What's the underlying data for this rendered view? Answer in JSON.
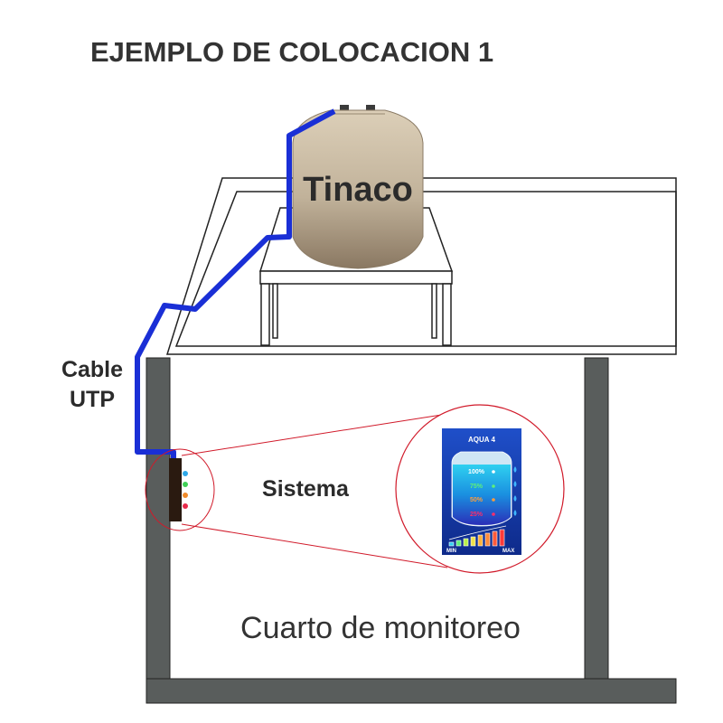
{
  "title": "EJEMPLO DE COLOCACION 1",
  "tank": {
    "label": "Tinaco"
  },
  "cable": {
    "line1": "Cable",
    "line2": "UTP",
    "color": "#1a2fd6"
  },
  "system": {
    "label": "Sistema"
  },
  "room": {
    "label": "Cuarto de monitoreo"
  },
  "device": {
    "brand": "AQUA 4",
    "levels": [
      {
        "percent": "100%",
        "color": "#ffffff"
      },
      {
        "percent": "75%",
        "color": "#5ef07a"
      },
      {
        "percent": "50%",
        "color": "#ff9d3a"
      },
      {
        "percent": "25%",
        "color": "#ff2d6a"
      }
    ],
    "min_label": "MIN",
    "max_label": "MAX"
  },
  "colors": {
    "wall": "#595d5c",
    "tank_top": "#d9cbb3",
    "tank_bottom": "#8e7c66",
    "magnifier": "#d11a2a"
  }
}
